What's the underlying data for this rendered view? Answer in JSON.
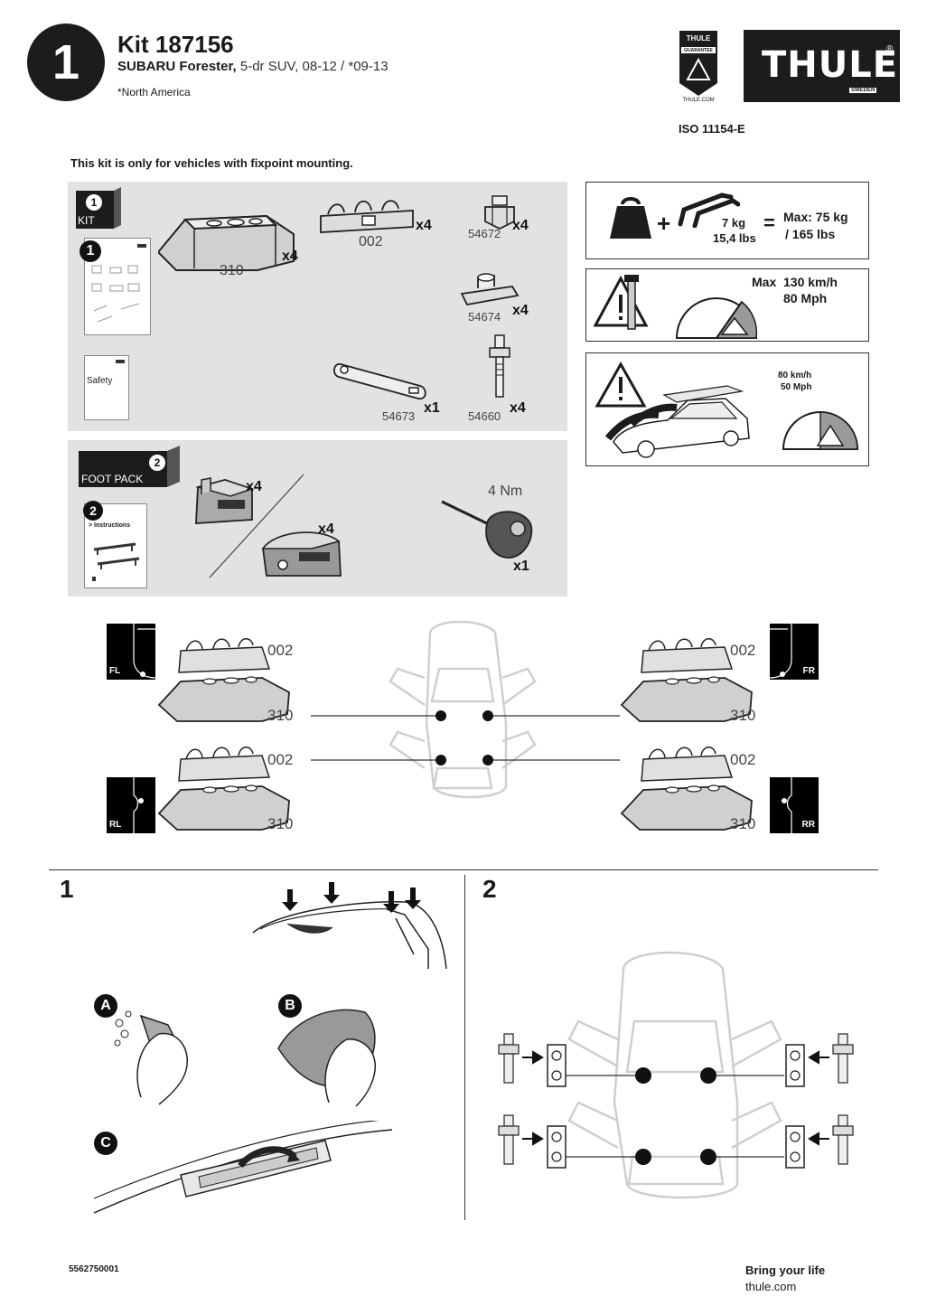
{
  "header": {
    "step_number": "1",
    "kit_title": "Kit 187156",
    "vehicle_make": "SUBARU Forester,",
    "vehicle_details": " 5-dr SUV, 08-12 / *09-13",
    "region_note": "*North America",
    "brand": "THULE",
    "brand_sub": "SWEDEN",
    "registered": "®",
    "guarantee_top": "THULE",
    "guarantee_band": "GUARANTEE",
    "guarantee_url": "THULE.COM",
    "iso": "ISO 11154-E"
  },
  "notice": "This kit is only for vehicles with fixpoint mounting.",
  "kit_panel": {
    "box_number": "1",
    "box_label": "KIT",
    "manual_number": "1",
    "safety_label": "Safety",
    "parts": [
      {
        "code": "310",
        "qty": "x4"
      },
      {
        "code": "002",
        "qty": "x4"
      },
      {
        "code": "54672",
        "qty": "x4"
      },
      {
        "code": "54674",
        "qty": "x4"
      },
      {
        "code": "54673",
        "qty": "x1"
      },
      {
        "code": "54660",
        "qty": "x4"
      }
    ]
  },
  "foot_panel": {
    "box_number": "2",
    "box_label": "FOOT PACK",
    "manual_number": "2",
    "manual_title": "> Instructions",
    "foot_qty_1": "x4",
    "foot_qty_2": "x4",
    "torque_label": "4 Nm",
    "tool_qty": "x1"
  },
  "limits": {
    "weight_feet": "7 kg",
    "weight_feet_lbs": "15,4 lbs",
    "max_load": "Max: 75 kg",
    "max_load_lbs": "/ 165 lbs",
    "plus": "+",
    "equals": "=",
    "max_word": "Max",
    "max_speed": "130 km/h",
    "max_speed_mph": "80 Mph",
    "reduced_speed": "80 km/h",
    "reduced_speed_mph": "50 Mph"
  },
  "positions": {
    "fl": {
      "corner": "FL",
      "top_code": "002",
      "bottom_code": "310"
    },
    "fr": {
      "corner": "FR",
      "top_code": "002",
      "bottom_code": "310"
    },
    "rl": {
      "corner": "RL",
      "top_code": "002",
      "bottom_code": "310"
    },
    "rr": {
      "corner": "RR",
      "top_code": "002",
      "bottom_code": "310"
    }
  },
  "steps": {
    "step1": "1",
    "step2": "2",
    "a": "A",
    "b": "B",
    "c": "C"
  },
  "footer": {
    "doc_number": "5562750001",
    "tagline": "Bring your life",
    "url": "thule.com"
  },
  "colors": {
    "panel": "#e2e2e2",
    "ink": "#1a1a1a",
    "brand_black": "#1c1c1c",
    "warning_gray": "#9a9a9a"
  }
}
